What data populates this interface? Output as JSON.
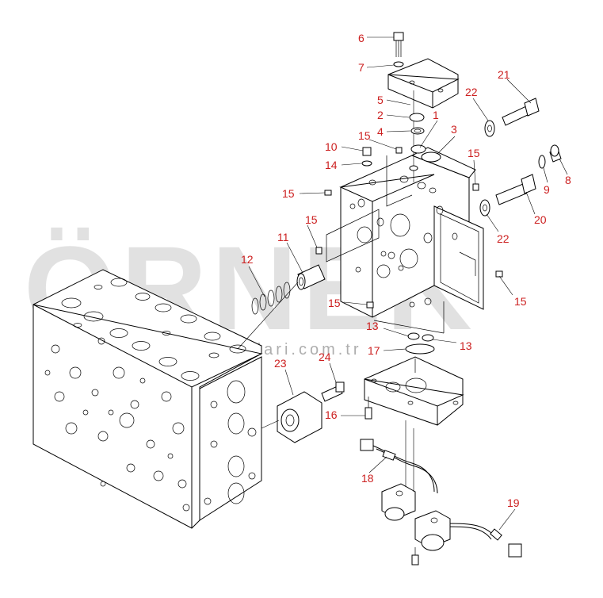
{
  "watermark": {
    "brand": "ÖRNEK",
    "url": "www.ornekismakinalari.com.tr",
    "accent_color": "#f2c200"
  },
  "callouts": [
    "1",
    "2",
    "3",
    "4",
    "5",
    "6",
    "7",
    "8",
    "9",
    "10",
    "11",
    "12",
    "13",
    "13",
    "14",
    "15",
    "15",
    "15",
    "15",
    "15",
    "15",
    "16",
    "17",
    "18",
    "19",
    "20",
    "21",
    "22",
    "22",
    "23",
    "24"
  ],
  "colors": {
    "callout": "#cc1f1f",
    "line": "#000000",
    "watermark": "#c9c9c9"
  }
}
